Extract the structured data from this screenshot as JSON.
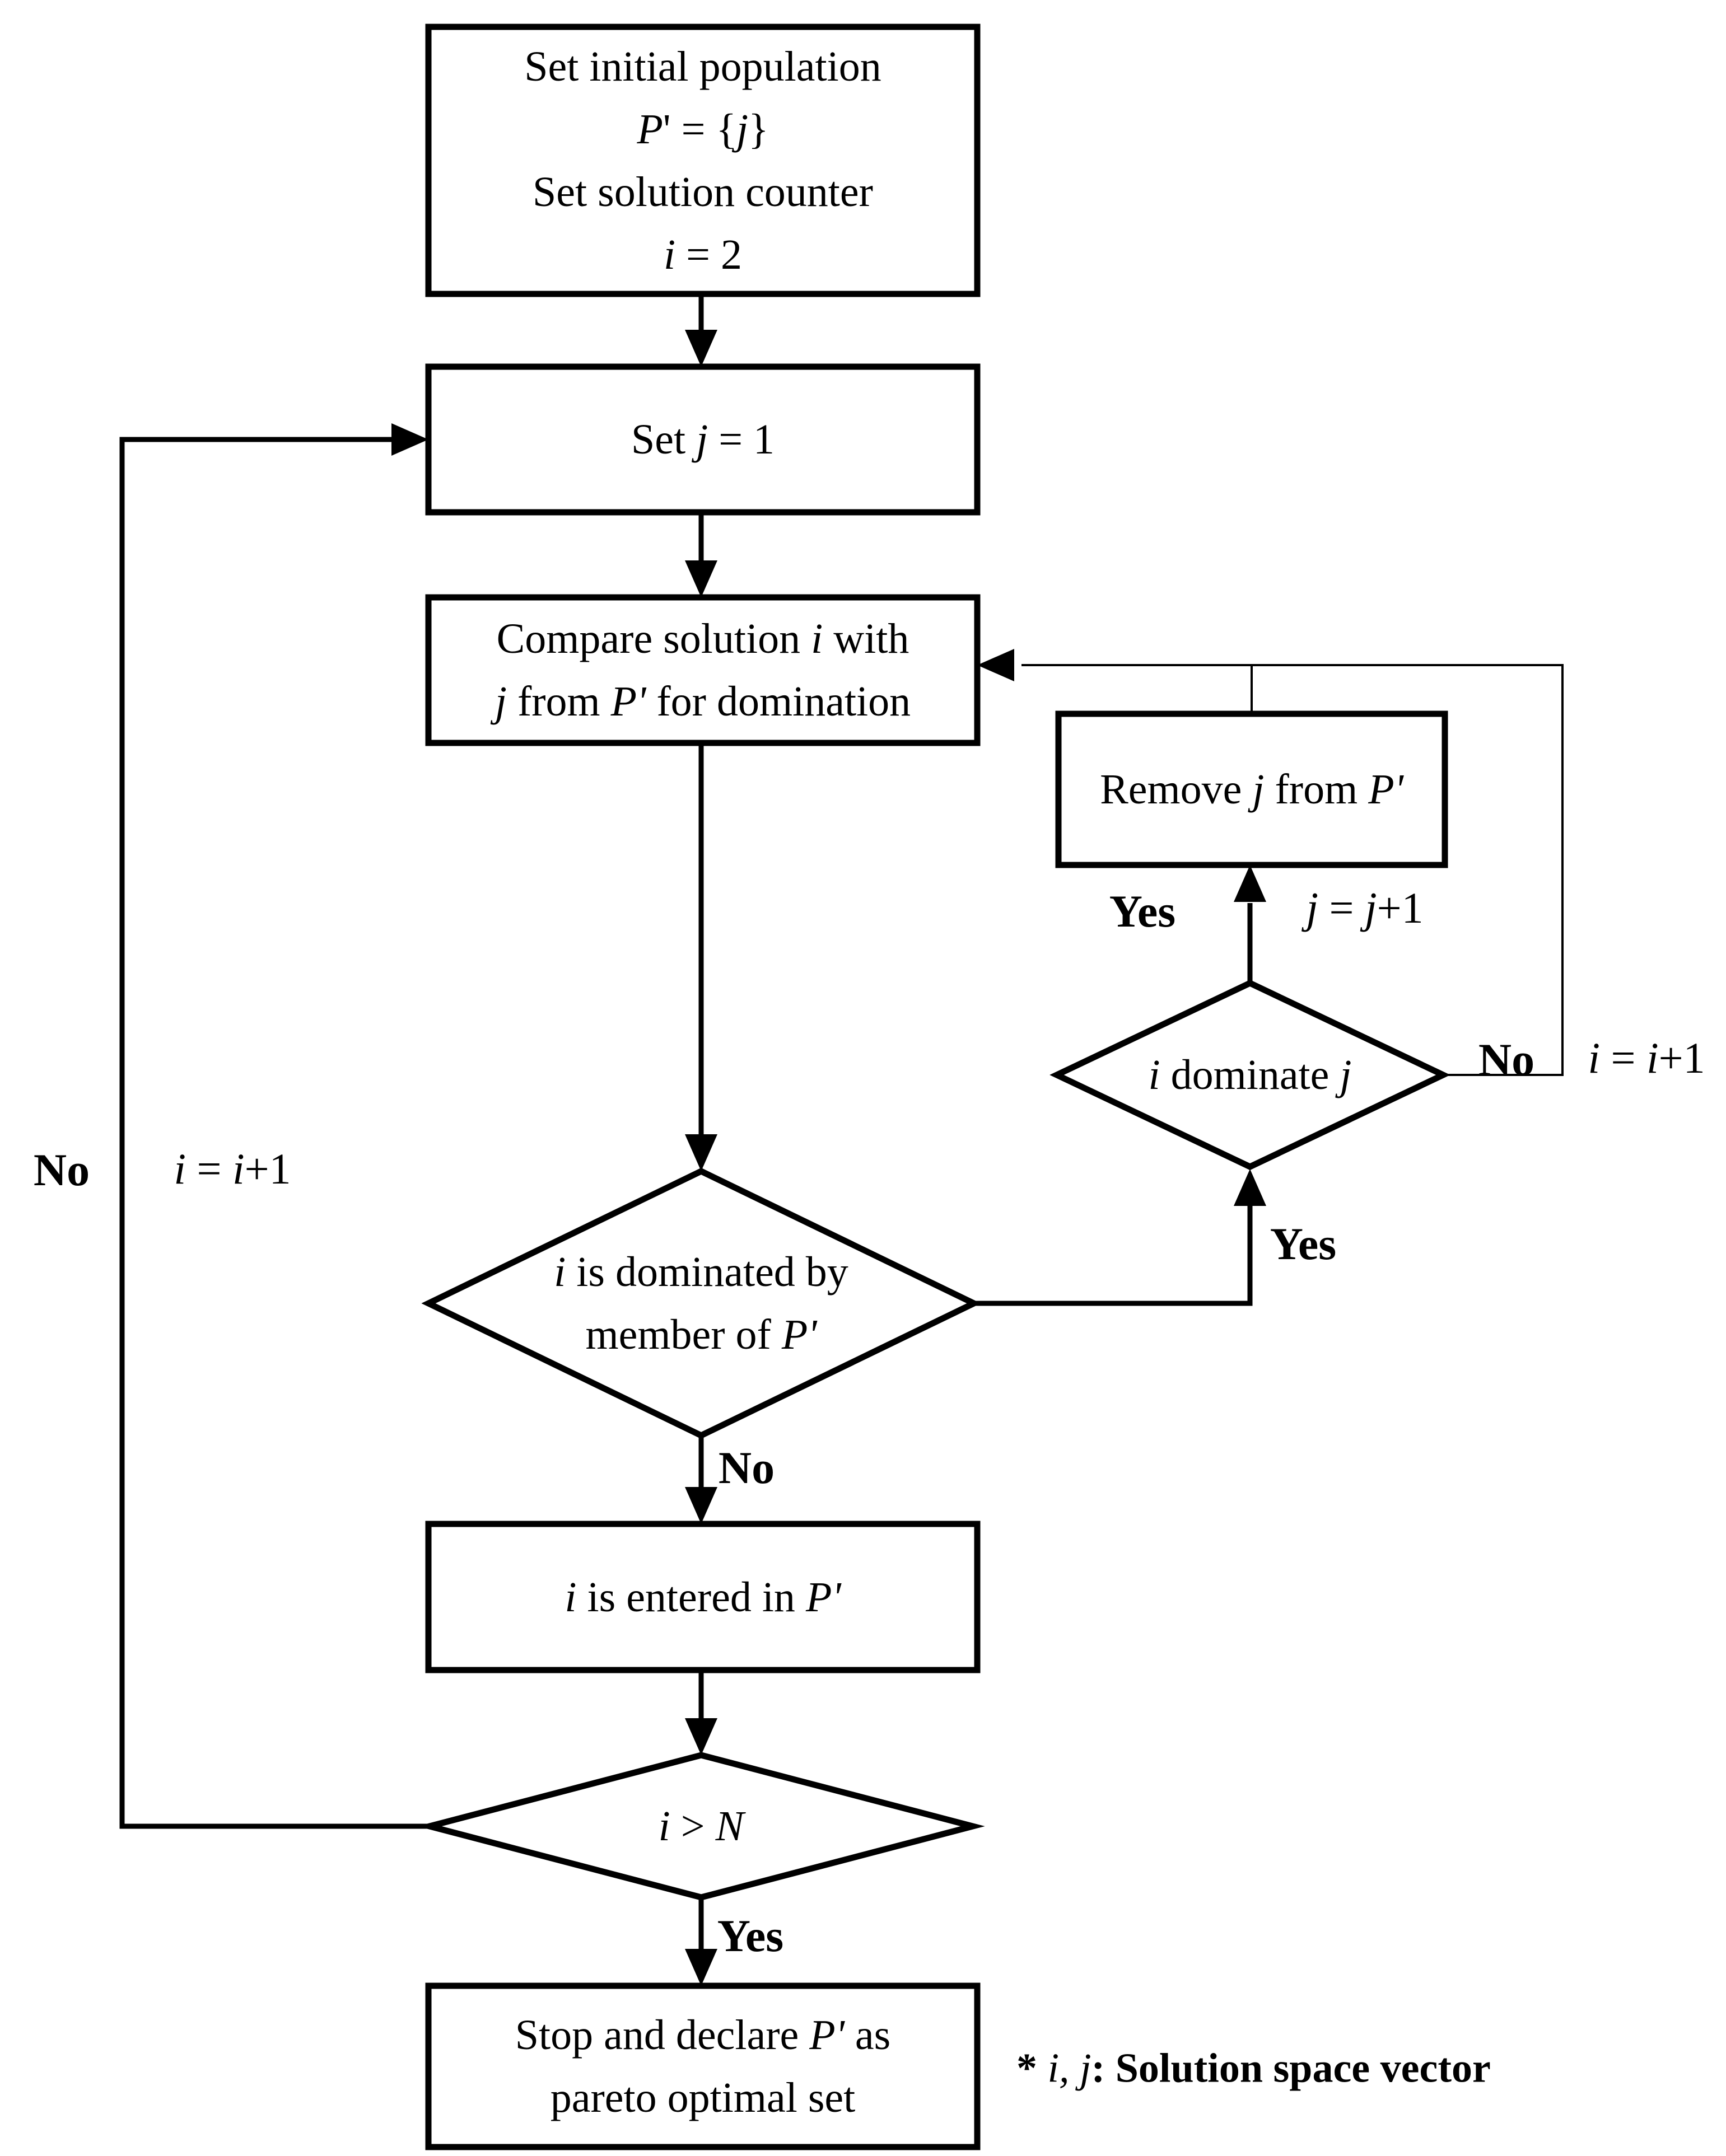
{
  "palette": {
    "ink": "#000000",
    "background": "#ffffff"
  },
  "nodes": {
    "start": {
      "lines": [
        [
          {
            "t": "Set initial population"
          }
        ],
        [
          {
            "t": "P",
            "i": 1
          },
          {
            "t": "' = {"
          },
          {
            "t": "j",
            "i": 1
          },
          {
            "t": "}"
          }
        ],
        [
          {
            "t": "Set solution counter"
          }
        ],
        [
          {
            "t": "i",
            "i": 1
          },
          {
            "t": " = 2"
          }
        ]
      ]
    },
    "set_j": {
      "lines": [
        [
          {
            "t": "Set "
          },
          {
            "t": "j",
            "i": 1
          },
          {
            "t": " = 1"
          }
        ]
      ]
    },
    "compare": {
      "lines": [
        [
          {
            "t": "Compare solution "
          },
          {
            "t": "i",
            "i": 1
          },
          {
            "t": " with"
          }
        ],
        [
          {
            "t": "j",
            "i": 1
          },
          {
            "t": " from "
          },
          {
            "t": "P'",
            "i": 1
          },
          {
            "t": " for domination"
          }
        ]
      ]
    },
    "remove": {
      "lines": [
        [
          {
            "t": "Remove "
          },
          {
            "t": "j",
            "i": 1
          },
          {
            "t": " from "
          },
          {
            "t": "P'",
            "i": 1
          }
        ]
      ]
    },
    "dominate": {
      "lines": [
        [
          {
            "t": "i",
            "i": 1
          },
          {
            "t": " dominate "
          },
          {
            "t": "j",
            "i": 1
          }
        ]
      ]
    },
    "dominated": {
      "lines": [
        [
          {
            "t": "i",
            "i": 1
          },
          {
            "t": " is dominated by"
          }
        ],
        [
          {
            "t": "member of "
          },
          {
            "t": "P'",
            "i": 1
          }
        ]
      ]
    },
    "entered": {
      "lines": [
        [
          {
            "t": "i",
            "i": 1
          },
          {
            "t": " is entered in "
          },
          {
            "t": "P'",
            "i": 1
          }
        ]
      ]
    },
    "check_n": {
      "lines": [
        [
          {
            "t": "i",
            "i": 1
          },
          {
            "t": " > "
          },
          {
            "t": "N",
            "i": 1
          }
        ]
      ]
    },
    "stop": {
      "lines": [
        [
          {
            "t": "Stop and declare "
          },
          {
            "t": "P'",
            "i": 1
          },
          {
            "t": " as"
          }
        ],
        [
          {
            "t": "pareto optimal set"
          }
        ]
      ]
    }
  },
  "labels": {
    "yes_remove": "Yes",
    "j_increment": [
      {
        "t": "j",
        "i": 1
      },
      {
        "t": " = "
      },
      {
        "t": "j",
        "i": 1
      },
      {
        "t": "+1"
      }
    ],
    "no_dominate": "No",
    "i_increment_right": [
      {
        "t": "i",
        "i": 1
      },
      {
        "t": " = "
      },
      {
        "t": "i",
        "i": 1
      },
      {
        "t": "+1"
      }
    ],
    "yes_dominated": "Yes",
    "no_dominated": "No",
    "no_left": "No",
    "i_increment_left": [
      {
        "t": "i",
        "i": 1
      },
      {
        "t": " = "
      },
      {
        "t": "i",
        "i": 1
      },
      {
        "t": "+1"
      }
    ],
    "yes_check": "Yes",
    "footnote": [
      {
        "t": "* ",
        "b": 1
      },
      {
        "t": "i, j",
        "i": 1
      },
      {
        "t": ": ",
        "b": 1
      },
      {
        "t": "Solution space vector",
        "b": 1
      }
    ]
  }
}
